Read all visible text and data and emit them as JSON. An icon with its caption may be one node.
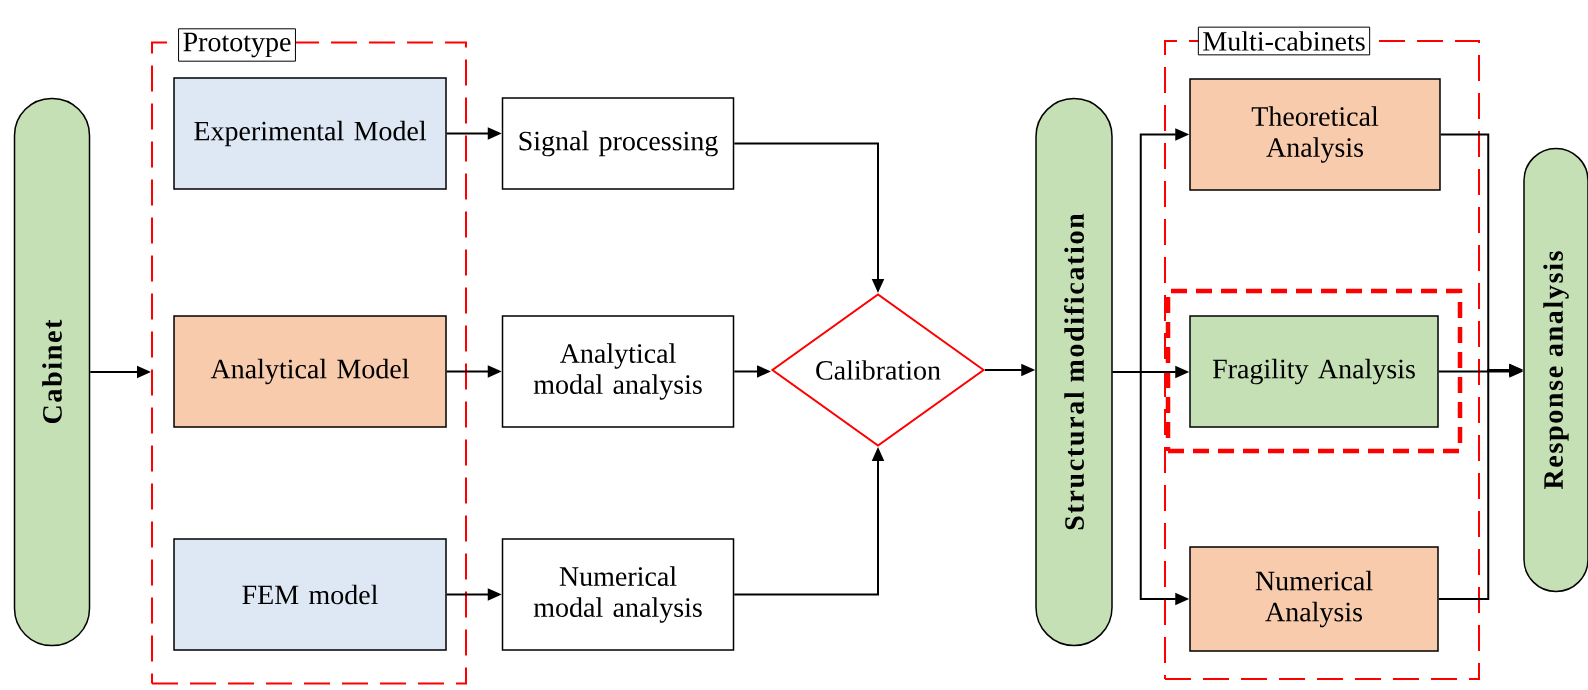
{
  "diagram": {
    "nodes": [
      {
        "text": [
          "Cabinet"
        ]
      },
      {
        "text": [
          "Prototype"
        ]
      },
      {
        "text": [
          "Experimental Model"
        ],
        "in": 1
      },
      {
        "text": [
          "Analytical Model"
        ],
        "in": 1
      },
      {
        "text": [
          "FEM model"
        ],
        "in": 1
      },
      {
        "text": [
          "Signal processing"
        ]
      },
      {
        "text": [
          "Analytical modal analysis"
        ]
      },
      {
        "text": [
          "Numerical modal analysis"
        ]
      },
      {
        "text": [
          "Calibration"
        ]
      },
      {
        "text": [
          "Structural modification"
        ]
      },
      {
        "text": [
          "Multi-cabinets"
        ]
      },
      {
        "text": [
          "Theoretical Analysis"
        ],
        "in": 10
      },
      {
        "text": [],
        "shape": "box",
        "in": 10
      },
      {
        "text": [
          "Fragility Analysis"
        ],
        "in": 12
      },
      {
        "text": [
          "Numerical Analysis"
        ],
        "in": 10
      },
      {
        "text": [
          "Response analysis"
        ]
      }
    ],
    "edges": [
      {
        "from": 0,
        "to": 1,
        "arrow": "to"
      },
      {
        "from": 2,
        "to": 5,
        "arrow": "to"
      },
      {
        "from": 3,
        "to": 6,
        "arrow": "to"
      },
      {
        "from": 4,
        "to": 7,
        "arrow": "to"
      },
      {
        "from": 5,
        "to": 8,
        "arrow": "to"
      },
      {
        "from": 6,
        "to": 8,
        "arrow": "to"
      },
      {
        "from": 7,
        "to": 8,
        "arrow": "to"
      },
      {
        "from": 8,
        "to": 9,
        "arrow": "to"
      },
      {
        "from": 9,
        "to": 11,
        "arrow": "to"
      },
      {
        "from": 9,
        "to": 13,
        "arrow": "to"
      },
      {
        "from": 9,
        "to": 14,
        "arrow": "to"
      },
      {
        "from": 11,
        "to": 15,
        "arrow": "to"
      },
      {
        "from": 13,
        "to": 15,
        "arrow": "to"
      },
      {
        "from": 14,
        "to": 15,
        "arrow": "to"
      }
    ]
  }
}
